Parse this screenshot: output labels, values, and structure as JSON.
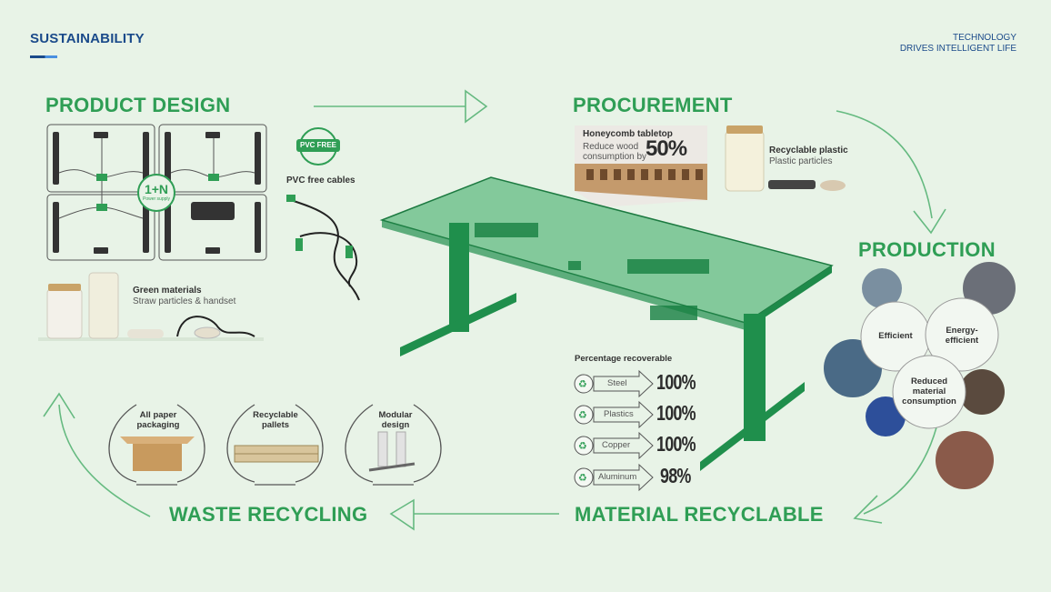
{
  "header": {
    "title": "SUSTAINABILITY",
    "tagline_line1": "TECHNOLOGY",
    "tagline_line2": "DRIVES INTELLIGENT LIFE"
  },
  "sections": {
    "product_design": "PRODUCT DESIGN",
    "procurement": "PROCUREMENT",
    "production": "PRODUCTION",
    "material_recyclable": "MATERIAL RECYCLABLE",
    "waste_recycling": "WASTE RECYCLING"
  },
  "product_design": {
    "power_badge": "1+N",
    "power_sub": "Power supply",
    "pvc_badge": "PVC FREE",
    "pvc_label": "PVC free cables",
    "green_title": "Green materials",
    "green_sub": "Straw particles & handset"
  },
  "procurement": {
    "honeycomb_title": "Honeycomb tabletop",
    "honeycomb_line1": "Reduce wood",
    "honeycomb_line2": "consumption by",
    "honeycomb_pct": "50%",
    "plastic_title": "Recyclable plastic",
    "plastic_sub": "Plastic particles"
  },
  "production": {
    "bubbles": [
      "Efficient",
      "Energy-efficient",
      "Reduced material consumption"
    ]
  },
  "material": {
    "header": "Percentage recoverable",
    "items": [
      {
        "name": "Steel",
        "value": "100%"
      },
      {
        "name": "Plastics",
        "value": "100%"
      },
      {
        "name": "Copper",
        "value": "100%"
      },
      {
        "name": "Aluminum",
        "value": "98%"
      }
    ]
  },
  "waste": {
    "items": [
      {
        "line1": "All paper",
        "line2": "packaging"
      },
      {
        "line1": "Recyclable",
        "line2": "pallets"
      },
      {
        "line1": "Modular",
        "line2": "design"
      }
    ]
  },
  "colors": {
    "green": "#2f9e55",
    "blue": "#1a4a8a",
    "background": "#e8f3e7"
  }
}
